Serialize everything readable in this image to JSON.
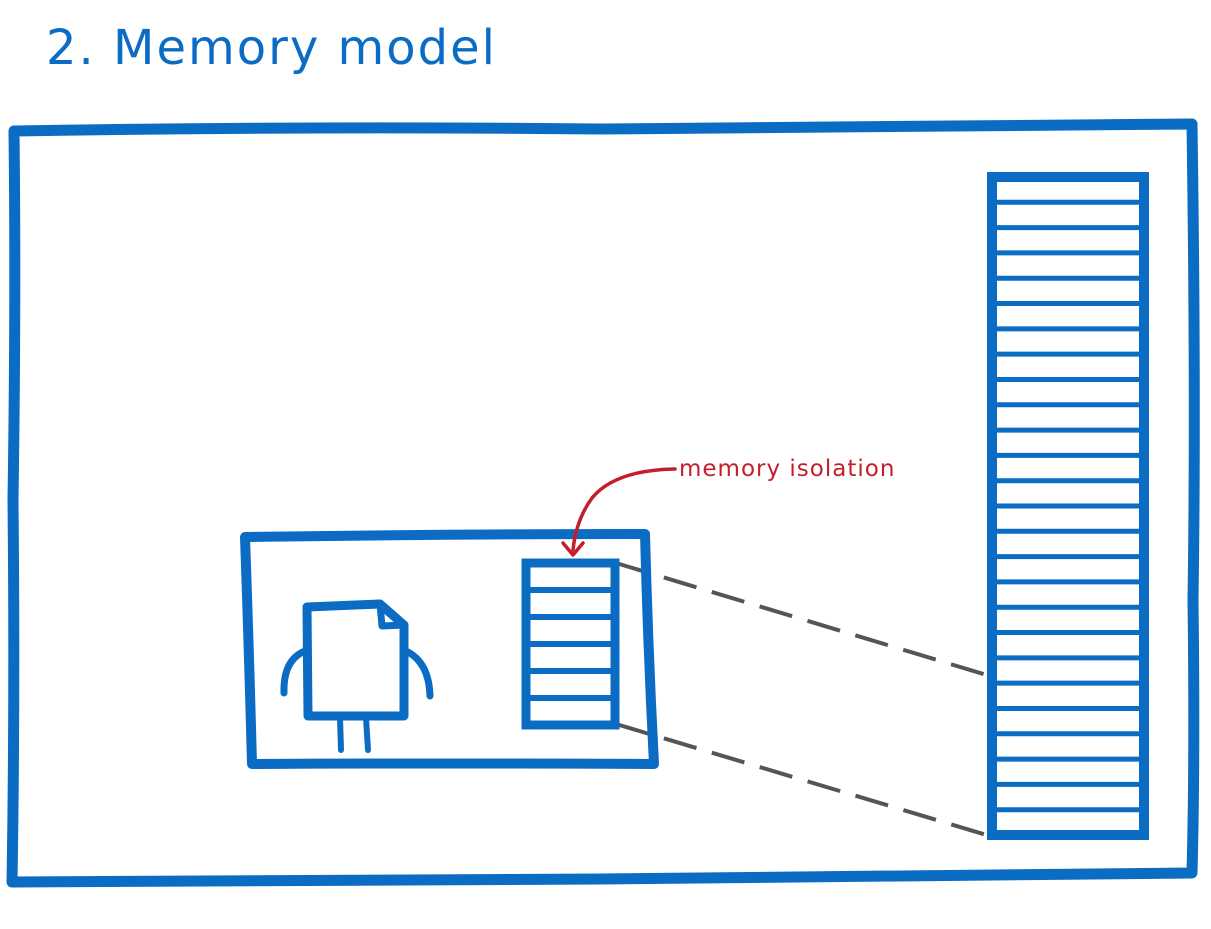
{
  "title": "2. Memory model",
  "annotation": "memory isolation",
  "colors": {
    "ink_blue": "#0b6cc4",
    "annotation_red": "#c41e2a",
    "dash_gray": "#555555",
    "background": "#ffffff"
  },
  "diagram": {
    "outer_container": "host",
    "inner_container": "instance",
    "character_icon": "document-character-icon",
    "small_memory_rows": 6,
    "large_memory_rows": 26
  }
}
